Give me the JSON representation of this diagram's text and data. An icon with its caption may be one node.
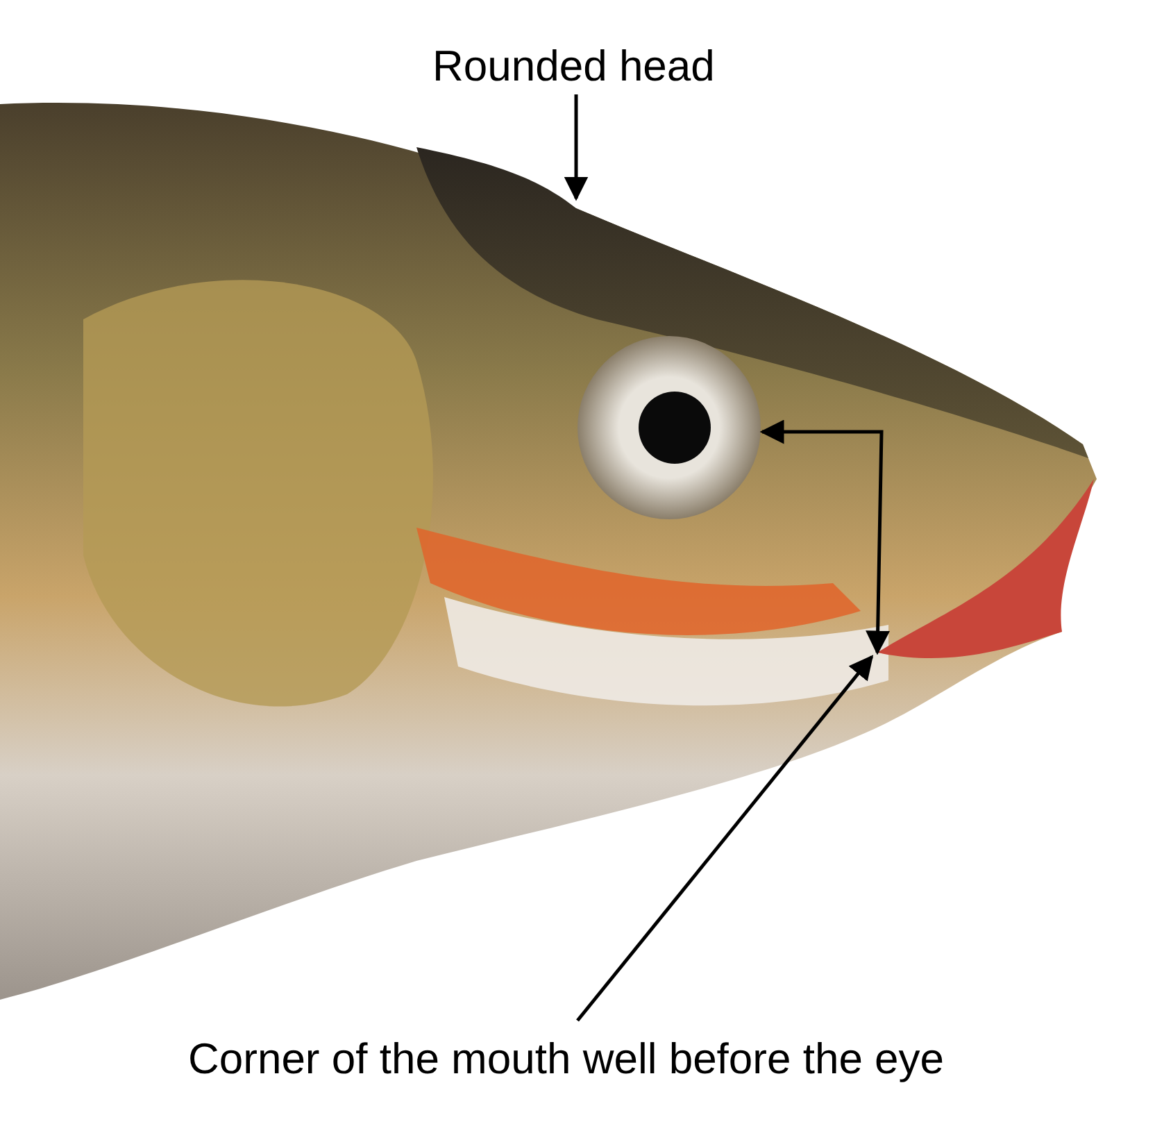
{
  "diagram": {
    "nodes": [
      {
        "text": [
          "Rounded head"
        ]
      },
      {
        "text": [],
        "shape": "picture"
      },
      {
        "text": [],
        "shape": "circle"
      },
      {
        "text": [],
        "shape": "picture"
      },
      {
        "text": [
          "Corner of the mouth well before the eye"
        ]
      }
    ],
    "edges": [
      {
        "from": 0,
        "to": 1,
        "arrow": "to"
      },
      {
        "from": 2,
        "to": 3,
        "arrow": "both"
      },
      {
        "from": 4,
        "to": 3,
        "arrow": "to"
      }
    ]
  }
}
